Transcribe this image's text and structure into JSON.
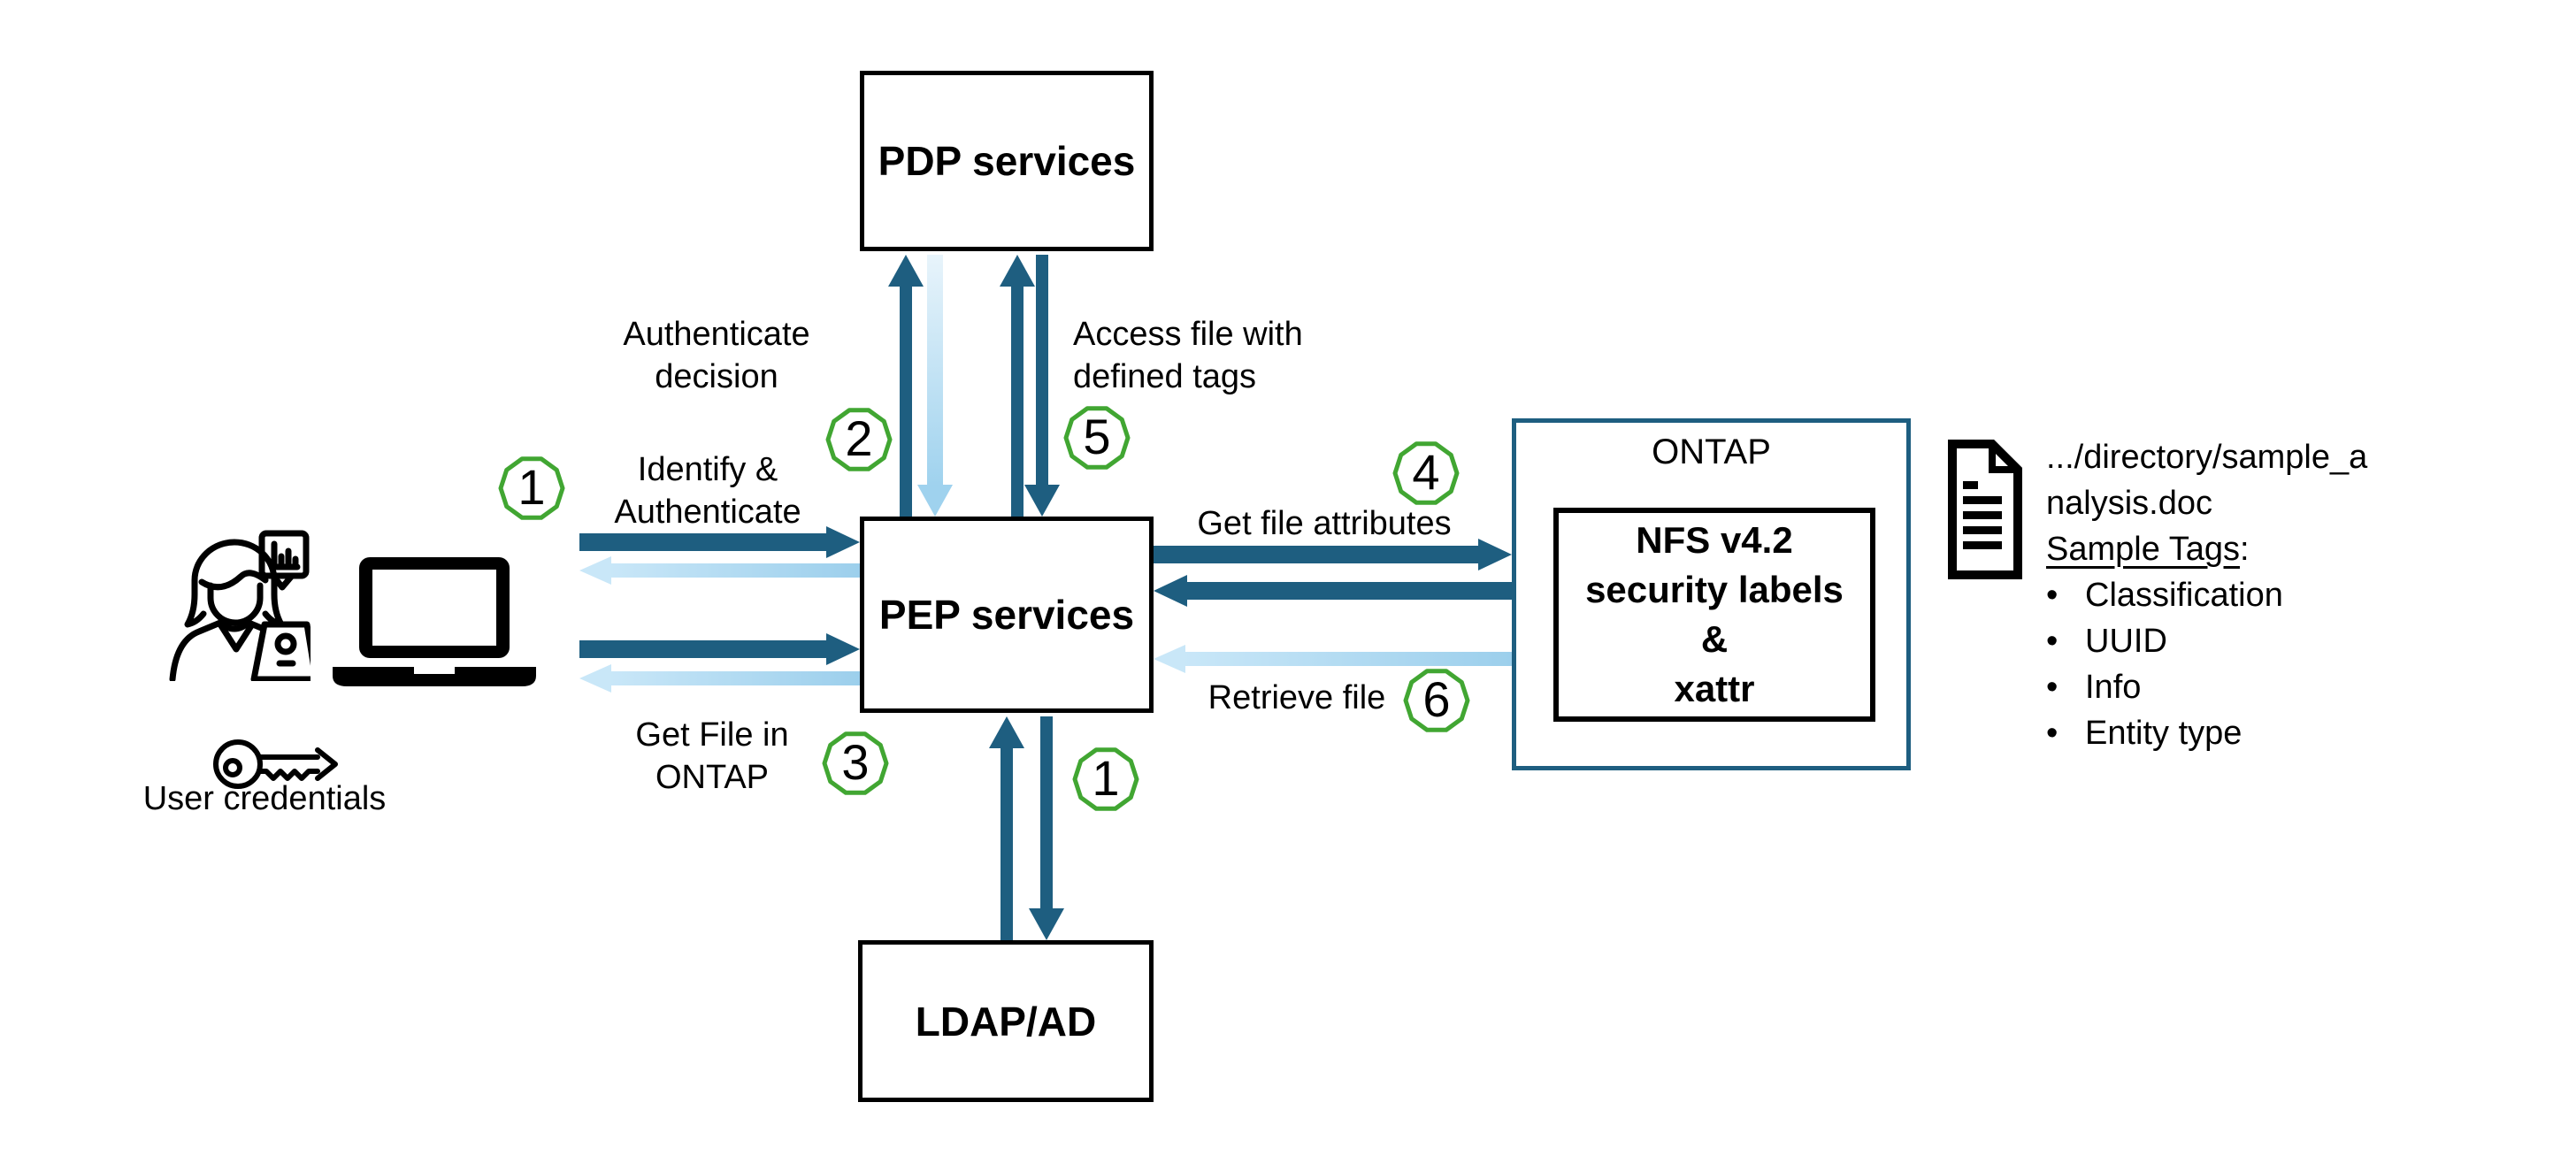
{
  "diagram": {
    "nodes": {
      "pdp": {
        "label": "PDP services"
      },
      "pep": {
        "label": "PEP services"
      },
      "ldap": {
        "label": "LDAP/AD"
      },
      "ontap": {
        "label": "ONTAP"
      },
      "nfs": {
        "line1": "NFS v4.2",
        "line2": "security labels",
        "line3": "&",
        "line4": "xattr"
      }
    },
    "labels": {
      "authenticate_decision_l1": "Authenticate",
      "authenticate_decision_l2": "decision",
      "access_file_l1": "Access file with",
      "access_file_l2": "defined tags",
      "identify_l1": "Identify &",
      "identify_l2": "Authenticate",
      "get_file_l1": "Get File in",
      "get_file_l2": "ONTAP",
      "get_attributes": "Get file attributes",
      "retrieve_file": "Retrieve file",
      "user_credentials": "User credentials"
    },
    "steps": {
      "s1_left": "1",
      "s2": "2",
      "s5": "5",
      "s3": "3",
      "s1_bottom": "1",
      "s4": "4",
      "s6": "6"
    },
    "file_info": {
      "path_l1": ".../directory/sample_a",
      "path_l2": "nalysis.doc",
      "tags_heading": "Sample Tags",
      "tags_colon": ":",
      "tags": [
        "Classification",
        "UUID",
        "Info",
        "Entity type"
      ]
    },
    "colors": {
      "dark_arrow": "#1E5E80",
      "light_arrow": "#A9D6F0",
      "green_badge": "#41A632",
      "ontap_border": "#1E5E80"
    }
  }
}
